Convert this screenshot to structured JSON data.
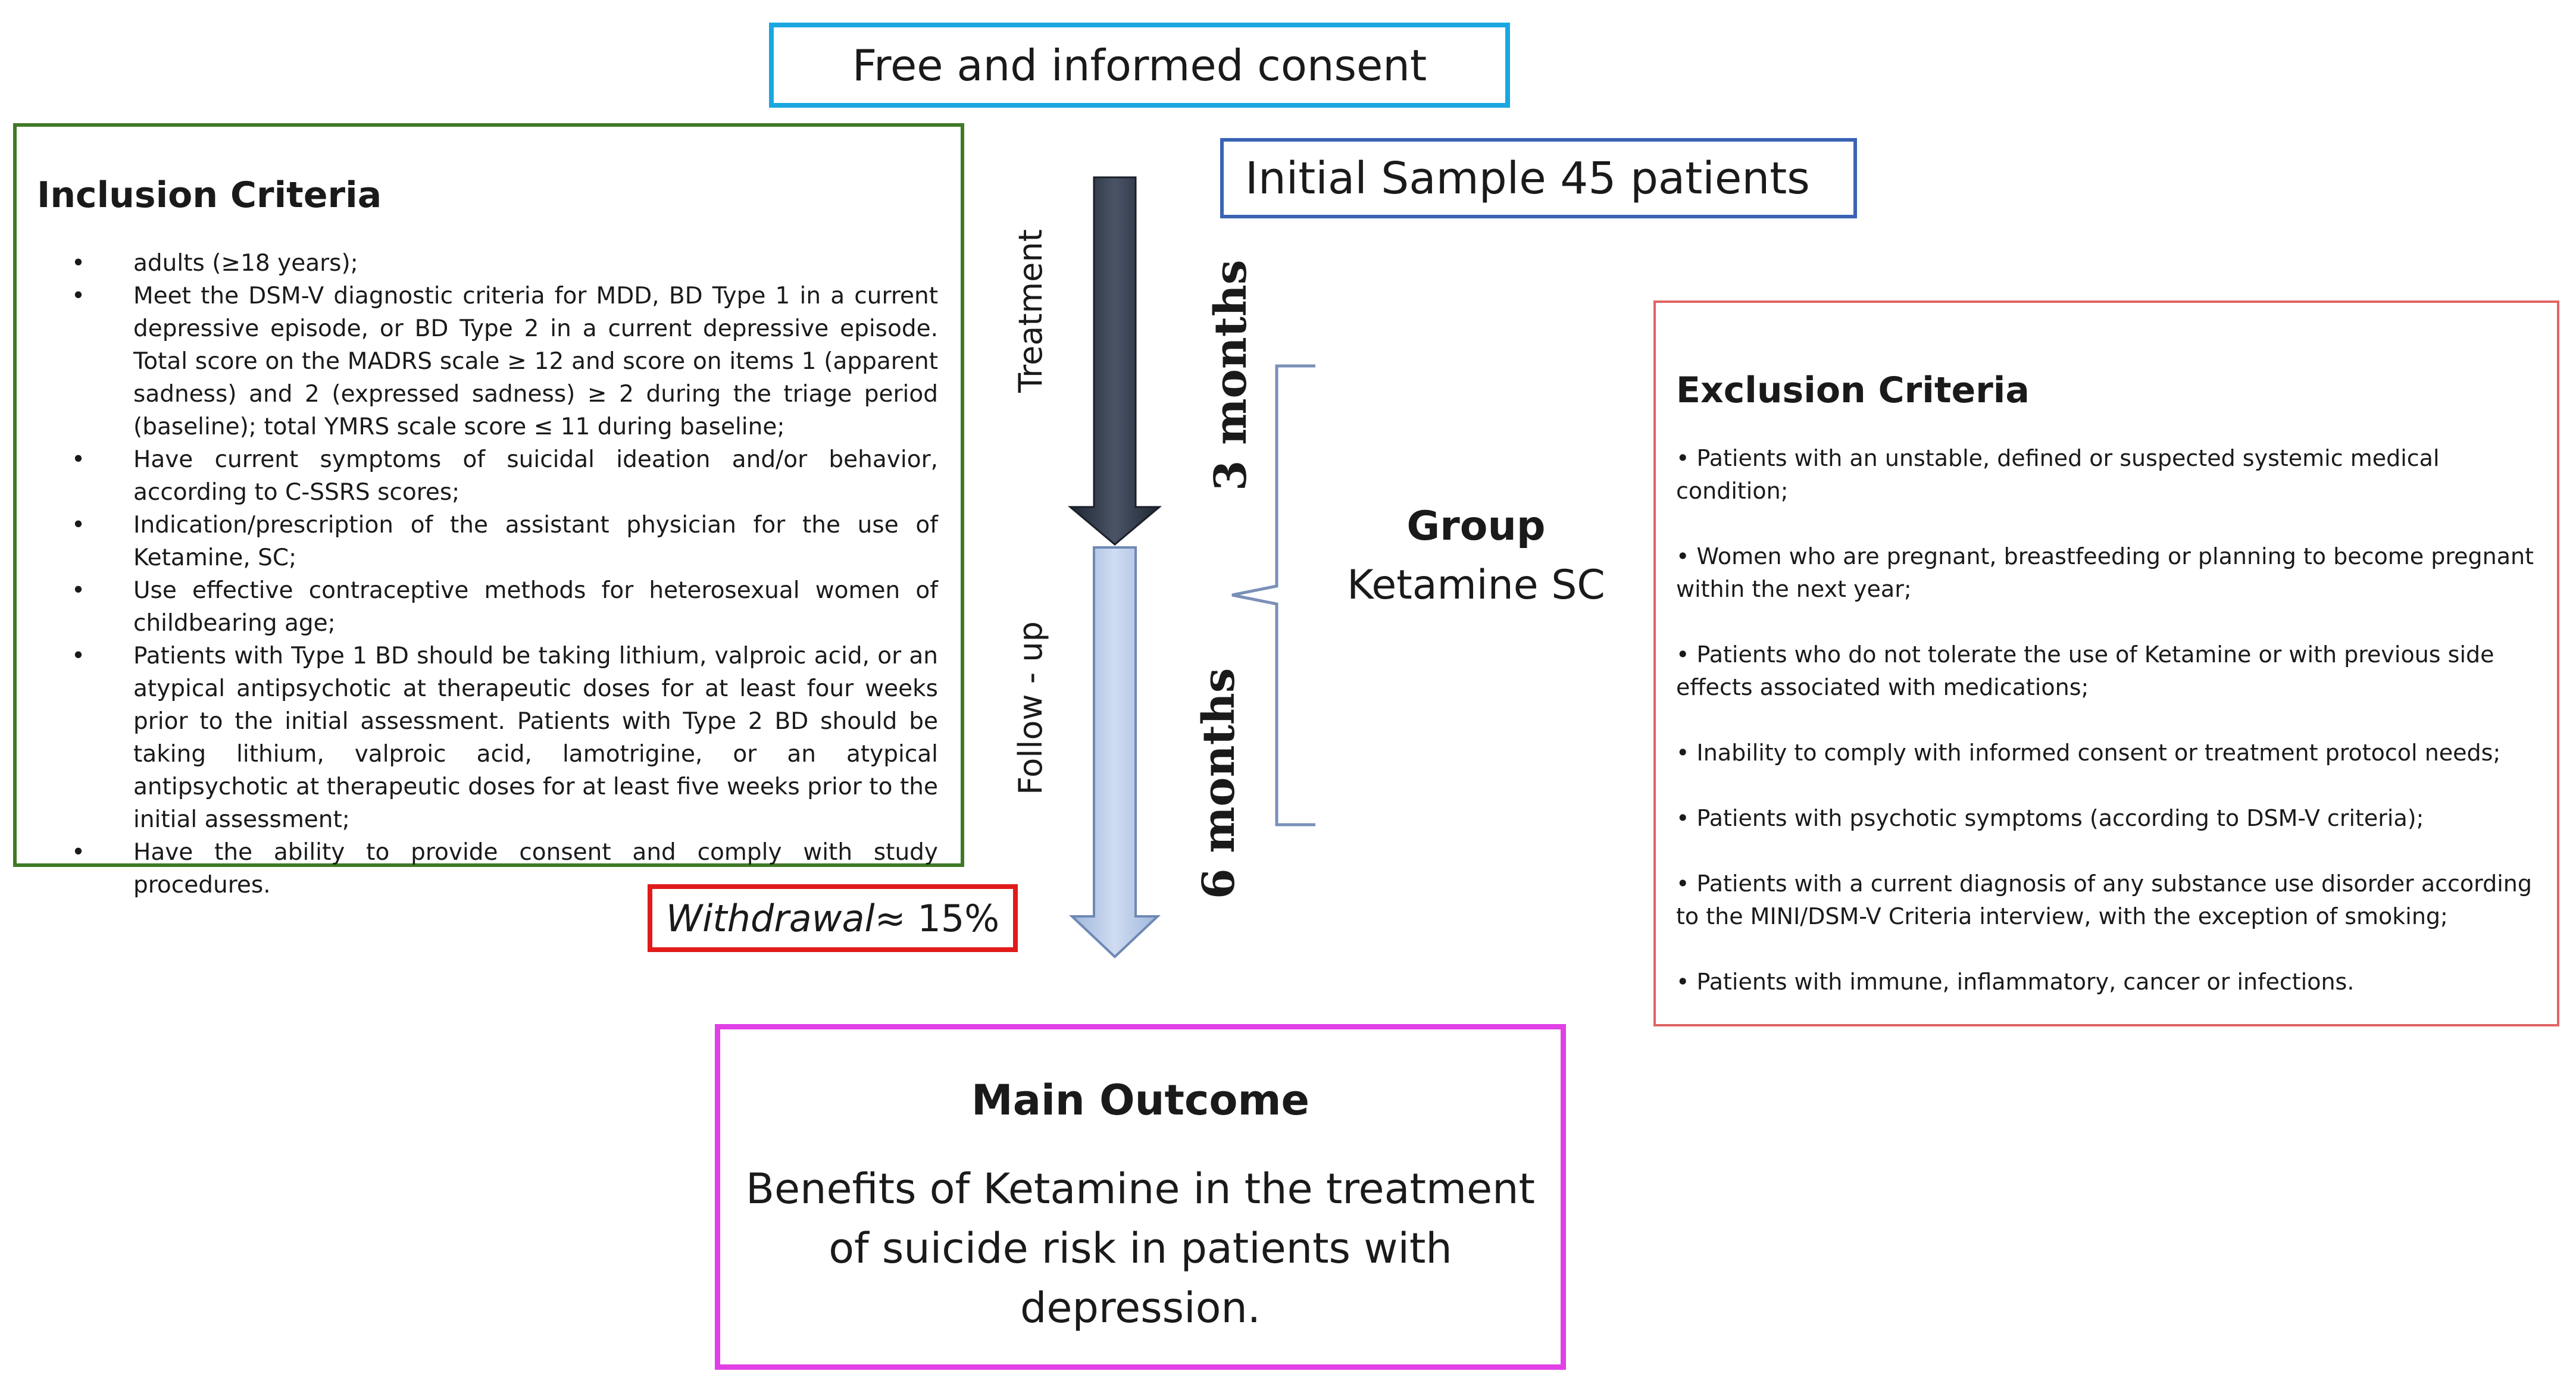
{
  "consent": {
    "label": "Free and informed consent"
  },
  "sample": {
    "label": "Initial Sample 45 patients"
  },
  "inclusion": {
    "title": "Inclusion Criteria",
    "items": [
      "adults (≥18 years);",
      "Meet the DSM-V diagnostic criteria for MDD, BD Type 1 in a current depressive episode, or BD Type 2 in a current depressive episode. Total score on the MADRS scale ≥ 12 and score on items 1 (apparent sadness) and 2 (expressed sadness) ≥ 2 during the triage period (baseline); total YMRS scale score ≤ 11 during baseline;",
      "Have current symptoms of suicidal ideation and/or behavior, according to C-SSRS scores;",
      "Indication/prescription of the assistant physician for the use of Ketamine, SC;",
      "Use effective contraceptive methods for heterosexual women of childbearing age;",
      "Patients with Type 1 BD should be taking lithium, valproic acid, or an atypical antipsychotic at therapeutic doses for at least four weeks prior to the initial assessment. Patients with Type 2 BD should be taking lithium, valproic acid, lamotrigine, or an atypical antipsychotic at therapeutic doses for at least five weeks prior to the initial assessment;",
      "Have the ability to provide consent and comply with study procedures."
    ]
  },
  "exclusion": {
    "title": "Exclusion Criteria",
    "items": [
      "• Patients with an unstable, defined or suspected systemic medical condition;",
      "• Women who are pregnant, breastfeeding or planning to become pregnant within the next year;",
      "• Patients who do not tolerate the use of Ketamine or with previous side effects associated with medications;",
      "• Inability to comply with informed consent or treatment protocol needs;",
      "• Patients with psychotic symptoms (according to DSM-V criteria);",
      "• Patients with a current diagnosis of any substance use disorder according to the MINI/DSM-V Criteria interview, with the exception of smoking;",
      "• Patients with immune, inflammatory, cancer or infections."
    ]
  },
  "phases": {
    "treatment": "Treatment",
    "followup": "Follow - up",
    "treatment_duration": "3 months",
    "followup_duration": "6 months"
  },
  "group": {
    "line1": "Group",
    "line2": "Ketamine SC"
  },
  "withdrawal": {
    "label": "Withdrawal",
    "value": " ≈ 15%"
  },
  "outcome": {
    "title": "Main Outcome",
    "text": "Benefits of Ketamine in the treatment of suicide risk in patients with depression."
  },
  "colors": {
    "consent_border": "#1aa7e0",
    "sample_border": "#3a63b3",
    "inclusion_border": "#3f7a26",
    "exclusion_border": "#e06464",
    "withdrawal_border": "#e11a1a",
    "outcome_border": "#e040e6",
    "treatment_arrow": "#2b3444",
    "followup_arrow": "#b4c7e7"
  }
}
